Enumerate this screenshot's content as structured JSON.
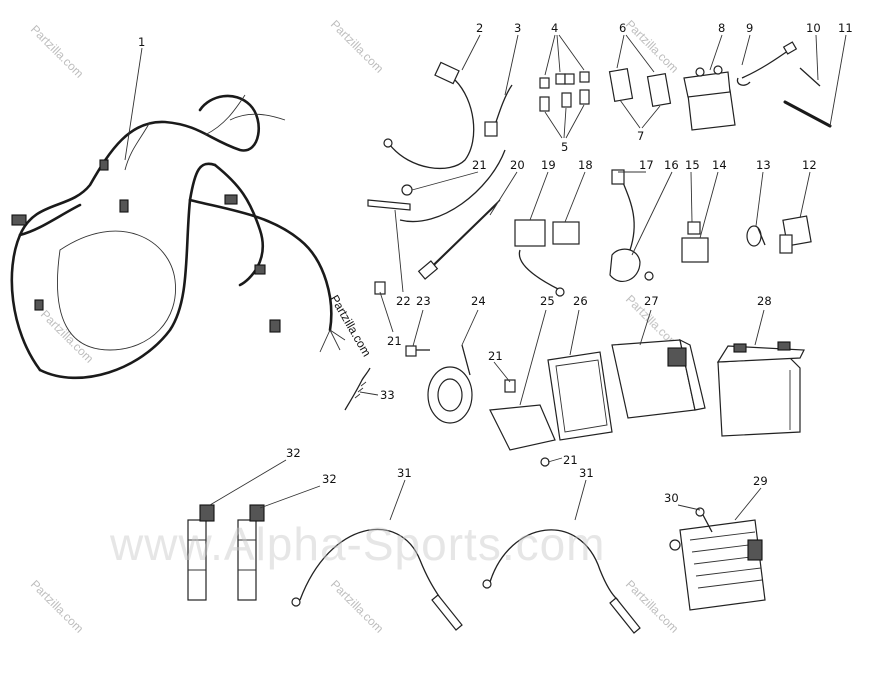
{
  "watermark": {
    "main": "www.Alpha-Sports.com",
    "partzilla": "Partzilla.com",
    "stamp": "Partzilla.com"
  },
  "callouts": {
    "c1": "1",
    "c2": "2",
    "c3": "3",
    "c4": "4",
    "c5": "5",
    "c6": "6",
    "c7": "7",
    "c8": "8",
    "c9": "9",
    "c10": "10",
    "c11": "11",
    "c12": "12",
    "c13": "13",
    "c14": "14",
    "c15": "15",
    "c16": "16",
    "c17": "17",
    "c18": "18",
    "c19": "19",
    "c20": "20",
    "c21a": "21",
    "c21b": "21",
    "c21c": "21",
    "c21d": "21",
    "c22": "22",
    "c23": "23",
    "c24": "24",
    "c25": "25",
    "c26": "26",
    "c27": "27",
    "c28": "28",
    "c29": "29",
    "c30": "30",
    "c31a": "31",
    "c31b": "31",
    "c32a": "32",
    "c32b": "32",
    "c33": "33"
  }
}
